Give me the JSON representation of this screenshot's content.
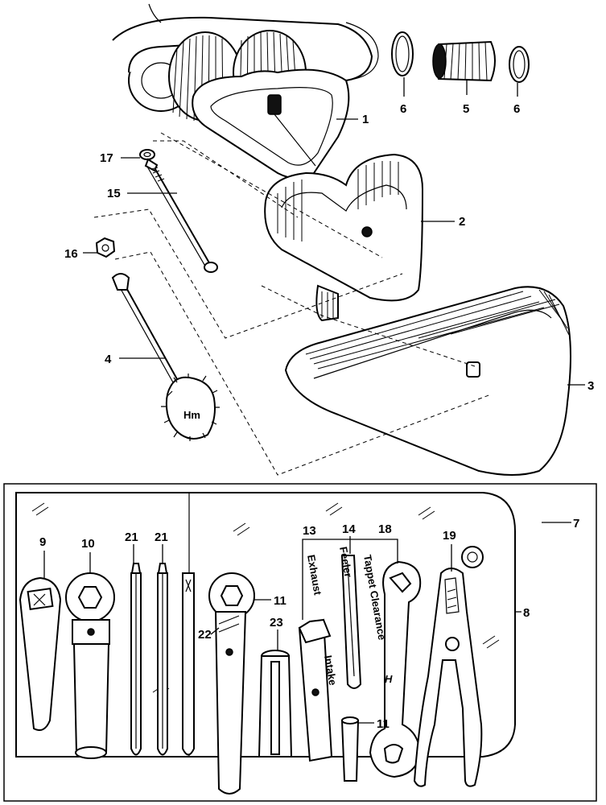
{
  "callouts": [
    {
      "id": "c1",
      "label": "1"
    },
    {
      "id": "c2",
      "label": "2"
    },
    {
      "id": "c3",
      "label": "3"
    },
    {
      "id": "c4",
      "label": "4"
    },
    {
      "id": "c5",
      "label": "5"
    },
    {
      "id": "c6a",
      "label": "6"
    },
    {
      "id": "c6b",
      "label": "6"
    },
    {
      "id": "c7",
      "label": "7"
    },
    {
      "id": "c8",
      "label": "8"
    },
    {
      "id": "c9",
      "label": "9"
    },
    {
      "id": "c10",
      "label": "10"
    },
    {
      "id": "c11a",
      "label": "11"
    },
    {
      "id": "c11b",
      "label": "11"
    },
    {
      "id": "c13",
      "label": "13"
    },
    {
      "id": "c14",
      "label": "14"
    },
    {
      "id": "c15",
      "label": "15"
    },
    {
      "id": "c16",
      "label": "16"
    },
    {
      "id": "c17",
      "label": "17"
    },
    {
      "id": "c18",
      "label": "18"
    },
    {
      "id": "c19",
      "label": "19"
    },
    {
      "id": "c21a",
      "label": "21"
    },
    {
      "id": "c21b",
      "label": "21"
    },
    {
      "id": "c22",
      "label": "22"
    },
    {
      "id": "c23",
      "label": "23"
    }
  ],
  "tool_text": {
    "exhaust": "Exhaust",
    "feeler": "Feeler",
    "tappet": "Tappet Clearance",
    "intake": "Intake",
    "tool_bag_mark": "H"
  }
}
